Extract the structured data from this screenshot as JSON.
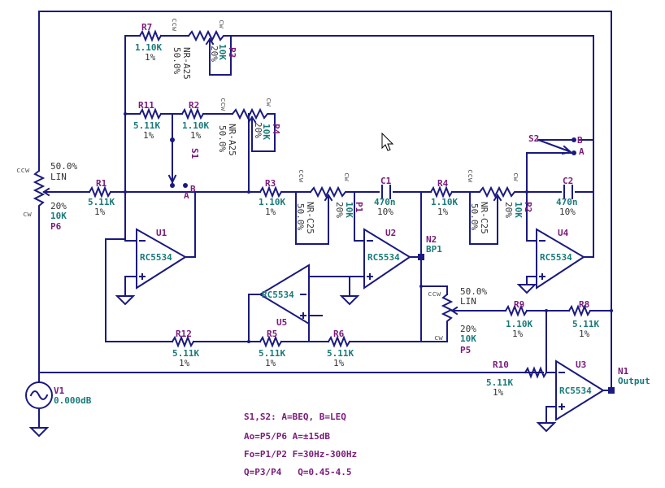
{
  "components": {
    "r7": {
      "name": "R7",
      "value": "1.10K",
      "tol": "1%"
    },
    "r11": {
      "name": "R11",
      "value": "5.11K",
      "tol": "1%"
    },
    "r2": {
      "name": "R2",
      "value": "1.10K",
      "tol": "1%"
    },
    "r1": {
      "name": "R1",
      "value": "5.11K",
      "tol": "1%"
    },
    "r3": {
      "name": "R3",
      "value": "1.10K",
      "tol": "1%"
    },
    "r4": {
      "name": "R4",
      "value": "1.10K",
      "tol": "1%"
    },
    "r12": {
      "name": "R12",
      "value": "5.11K",
      "tol": "1%"
    },
    "r5": {
      "name": "R5",
      "value": "5.11K",
      "tol": "1%"
    },
    "r6": {
      "name": "R6",
      "value": "5.11K",
      "tol": "1%"
    },
    "r9": {
      "name": "R9",
      "value": "1.10K",
      "tol": "1%"
    },
    "r8": {
      "name": "R8",
      "value": "5.11K",
      "tol": "1%"
    },
    "r10": {
      "name": "R10",
      "value": "5.11K",
      "tol": "1%"
    },
    "c1": {
      "name": "C1",
      "value": "470n",
      "tol": "10%"
    },
    "c2": {
      "name": "C2",
      "value": "470n",
      "tol": "10%"
    },
    "p3": {
      "name": "P3",
      "value": "10K",
      "tol": "20%",
      "taper": "NR-A25",
      "pos": "50.0%"
    },
    "p4": {
      "name": "P4",
      "value": "10K",
      "tol": "20%",
      "taper": "NR-A25",
      "pos": "50.0%"
    },
    "p1": {
      "name": "P1",
      "value": "10K",
      "tol": "20%",
      "taper": "NR-C25",
      "pos": "50.0%"
    },
    "p2": {
      "name": "P2",
      "value": "10K",
      "tol": "20%",
      "taper": "NR-C25",
      "pos": "50.0%"
    },
    "p6": {
      "name": "P6",
      "value": "10K",
      "tol": "20%",
      "taper": "LIN",
      "pos": "50.0%"
    },
    "p5": {
      "name": "P5",
      "value": "10K",
      "tol": "20%",
      "taper": "LIN",
      "pos": "50.0%"
    },
    "u1": {
      "name": "U1",
      "model": "RC5534"
    },
    "u2": {
      "name": "U2",
      "model": "RC5534"
    },
    "u3": {
      "name": "U3",
      "model": "RC5534"
    },
    "u4": {
      "name": "U4",
      "model": "RC5534"
    },
    "u5": {
      "name": "U5",
      "model": "RC5534"
    },
    "s1": {
      "name": "S1"
    },
    "s2": {
      "name": "S2"
    },
    "v1": {
      "name": "V1",
      "value": "0.000dB"
    },
    "n1": {
      "name": "N1",
      "label": "Output"
    },
    "n2": {
      "name": "N2",
      "label": "BP1"
    }
  },
  "pot_labels": {
    "ccw": "ccw",
    "cw": "cw"
  },
  "switch_labels": {
    "a": "A",
    "b": "B"
  },
  "notes": [
    "S1,S2: A=BEQ, B=LEQ",
    "Ao=P5/P6  A=±15dB",
    "Fo=P1/P2  F=30Hz-300Hz",
    "Q=P3/P4   Q=0.45-4.5"
  ]
}
